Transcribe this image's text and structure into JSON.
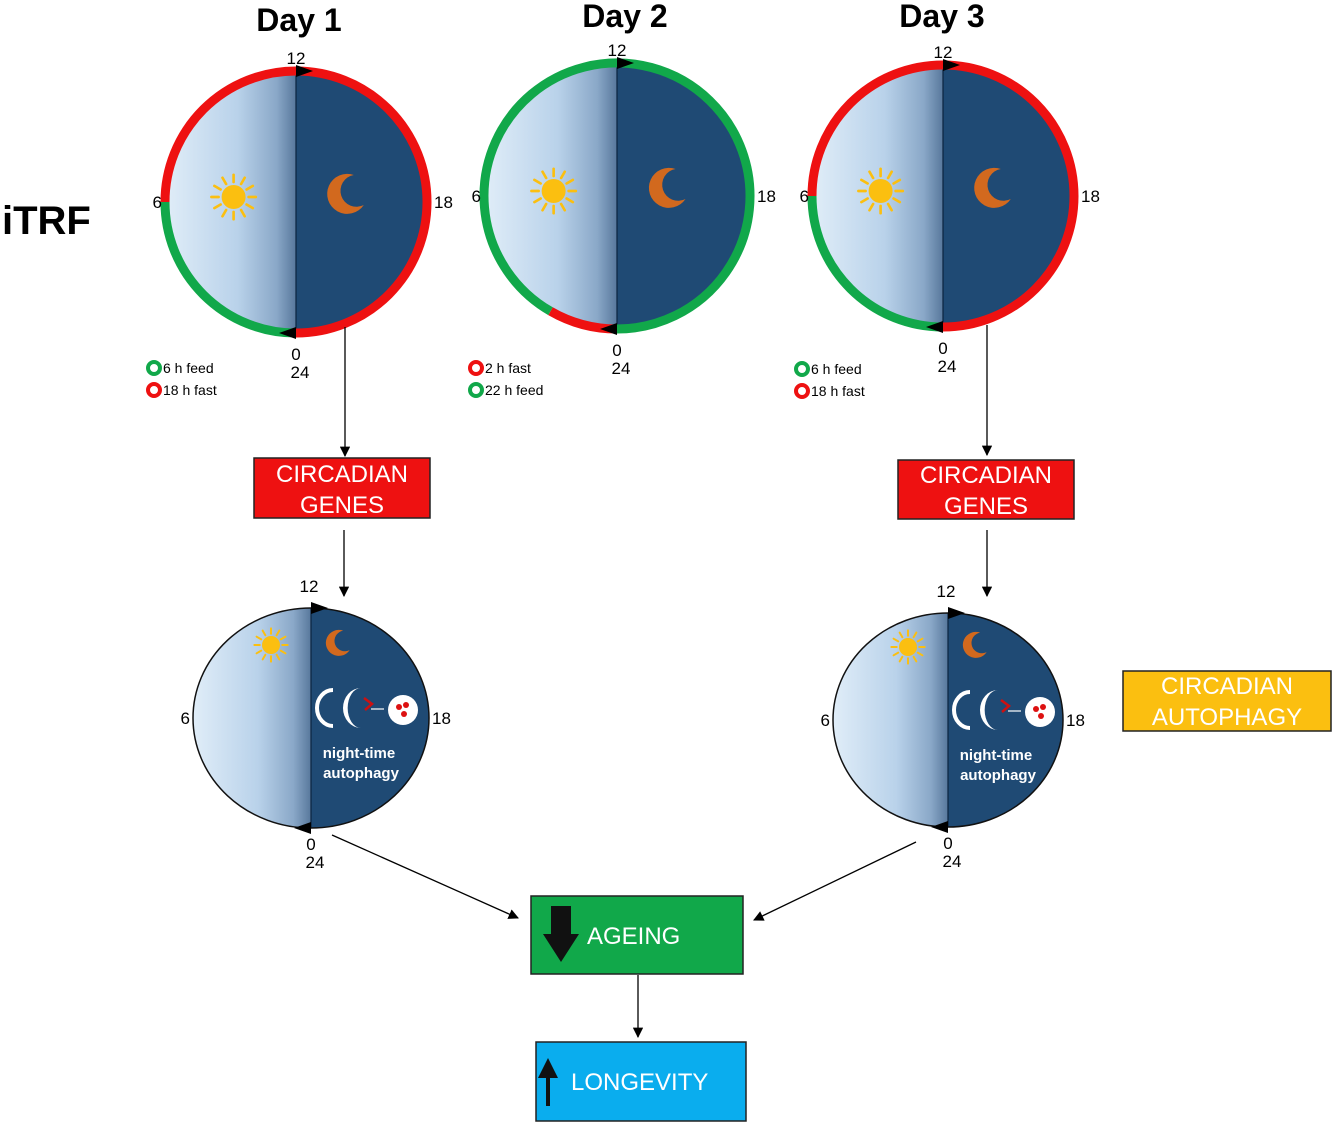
{
  "title": "iTRF",
  "days": [
    {
      "label": "Day 1",
      "legend": [
        {
          "text": "6 h feed",
          "color": "green"
        },
        {
          "text": "18 h fast",
          "color": "red"
        }
      ]
    },
    {
      "label": "Day 2",
      "legend": [
        {
          "text": "2 h fast",
          "color": "red"
        },
        {
          "text": "22 h feed",
          "color": "green"
        }
      ]
    },
    {
      "label": "Day 3",
      "legend": [
        {
          "text": "6 h feed",
          "color": "green"
        },
        {
          "text": "18 h fast",
          "color": "red"
        }
      ]
    }
  ],
  "ticks": {
    "top": "12",
    "left": "6",
    "right": "18",
    "bottom_a": "0",
    "bottom_b": "24"
  },
  "boxes": {
    "circadian_genes_line1": "CIRCADIAN",
    "circadian_genes_line2": "GENES",
    "circadian_autophagy_line1": "CIRCADIAN",
    "circadian_autophagy_line2": "AUTOPHAGY",
    "ageing": "AGEING",
    "longevity": "LONGEVITY"
  },
  "inner_text": {
    "line1": "night-time",
    "line2": "autophagy"
  },
  "colors": {
    "red": "#ee1111",
    "green": "#11a84a",
    "night": "#1f4a74",
    "day_light": "#d5e6f4",
    "sun": "#fbbf10",
    "moon": "#d2691e",
    "ageing_box": "#11a84a",
    "longevity_box": "#0aadee",
    "autophagy_box": "#fbbf10"
  },
  "icons": [
    "sun-icon",
    "moon-icon",
    "down-arrow-icon",
    "up-arrow-icon",
    "autophagy-icon"
  ]
}
